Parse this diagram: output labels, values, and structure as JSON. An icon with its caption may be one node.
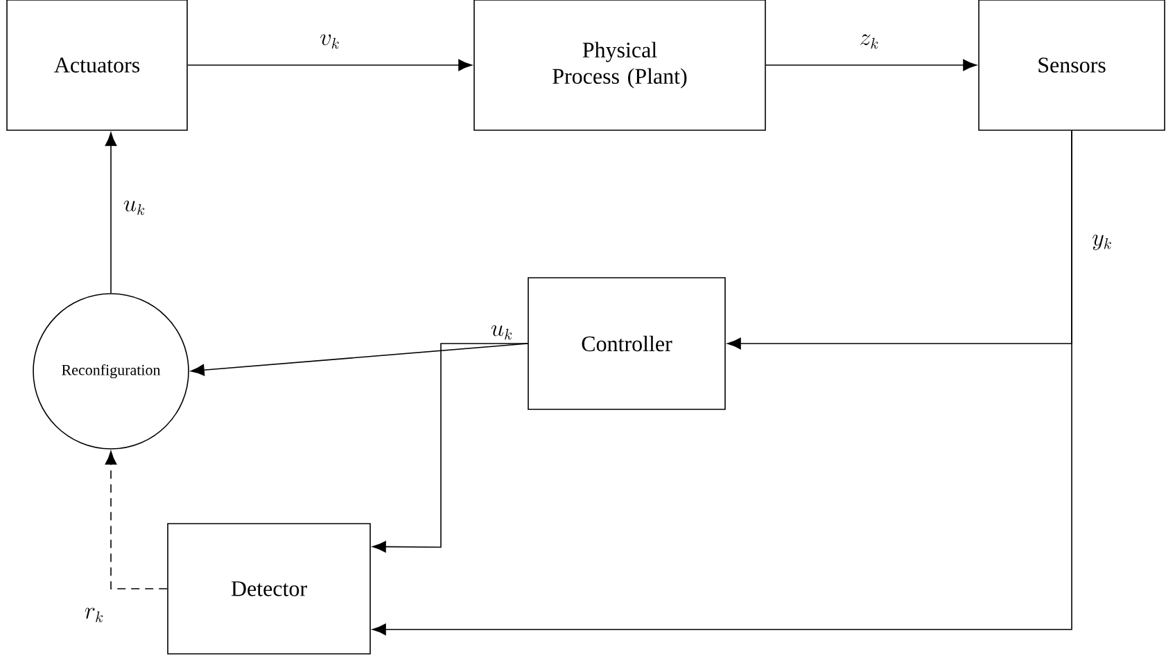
{
  "diagram": {
    "nodes": [
      {
        "text": [
          "Actuators"
        ]
      },
      {
        "text": [
          "Physical Process (Plant)"
        ]
      },
      {
        "text": [
          "Sensors"
        ]
      },
      {
        "text": [
          "Reconfiguration"
        ]
      },
      {
        "text": [
          "Controller"
        ]
      },
      {
        "text": [
          "Detector"
        ]
      }
    ],
    "edges": [
      {
        "from": 0,
        "to": 1,
        "arrow": "to",
        "label": "v_k"
      },
      {
        "from": 1,
        "to": 2,
        "arrow": "to",
        "label": "z_k"
      },
      {
        "from": 2,
        "to": 4,
        "arrow": "to",
        "label": "y_k"
      },
      {
        "from": 2,
        "to": 5,
        "arrow": "to"
      },
      {
        "from": 4,
        "to": 3,
        "arrow": "to",
        "label": "u_k"
      },
      {
        "from": 4,
        "to": 5,
        "arrow": "to"
      },
      {
        "from": 3,
        "to": 0,
        "arrow": "to",
        "label": "u_k"
      },
      {
        "from": 5,
        "to": 3,
        "arrow": "to",
        "label": "r_k",
        "style": "dashed"
      }
    ]
  }
}
